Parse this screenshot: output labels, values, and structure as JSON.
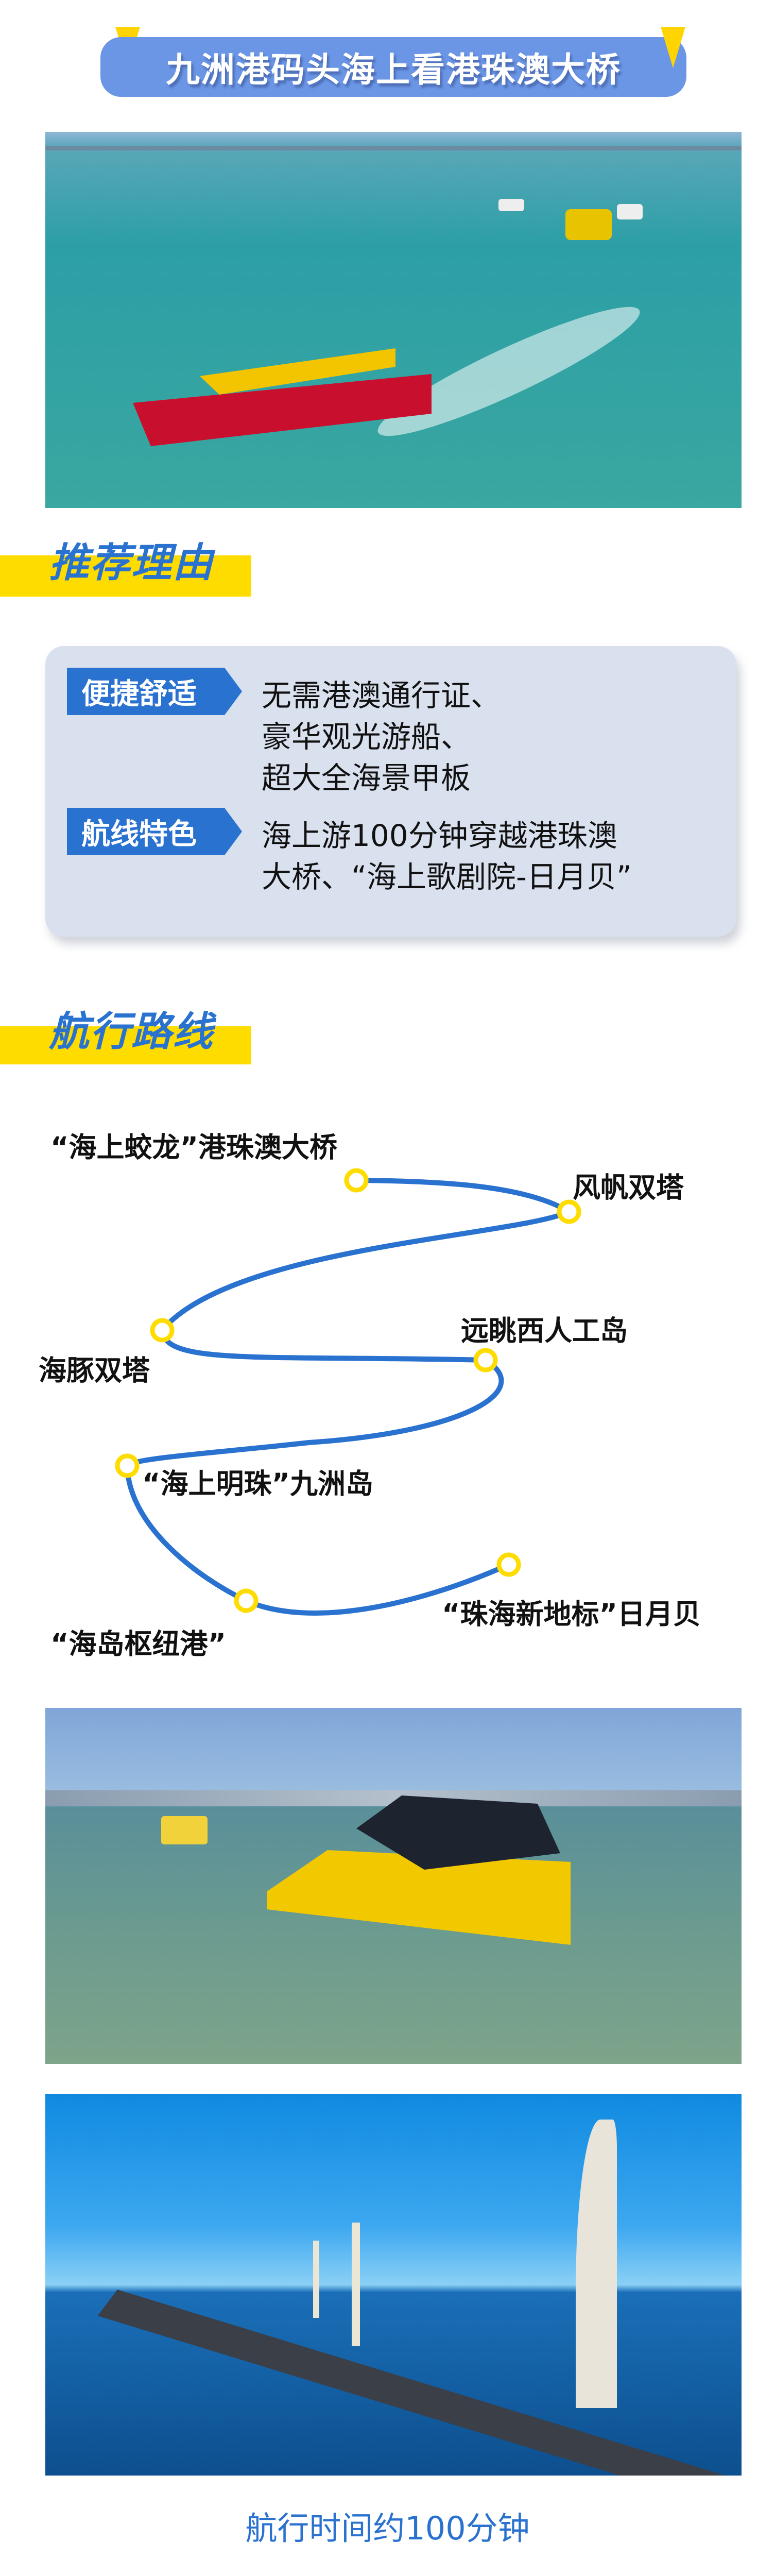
{
  "title": "九洲港码头海上看港珠澳大桥",
  "reasons_section": {
    "heading": "推荐理由",
    "items": [
      {
        "tag": "便捷舒适",
        "lines": [
          "无需港澳通行证、",
          "豪华观光游船、",
          "超大全海景甲板"
        ]
      },
      {
        "tag": "航线特色",
        "lines": [
          "海上游100分钟穿越港珠澳",
          "大桥、“海上歌剧院-日月贝”"
        ]
      }
    ]
  },
  "route_section": {
    "heading": "航行路线",
    "stops": [
      "“海上蛟龙”港珠澳大桥",
      "风帆双塔",
      "海豚双塔",
      "远眺西人工岛",
      "“海上明珠”九洲岛",
      "“海岛枢纽港”",
      "“珠海新地标”日月贝"
    ],
    "colors": {
      "line": "#2a72cf",
      "stop": "#ffdc00"
    }
  },
  "caption": "航行时间约100分钟"
}
